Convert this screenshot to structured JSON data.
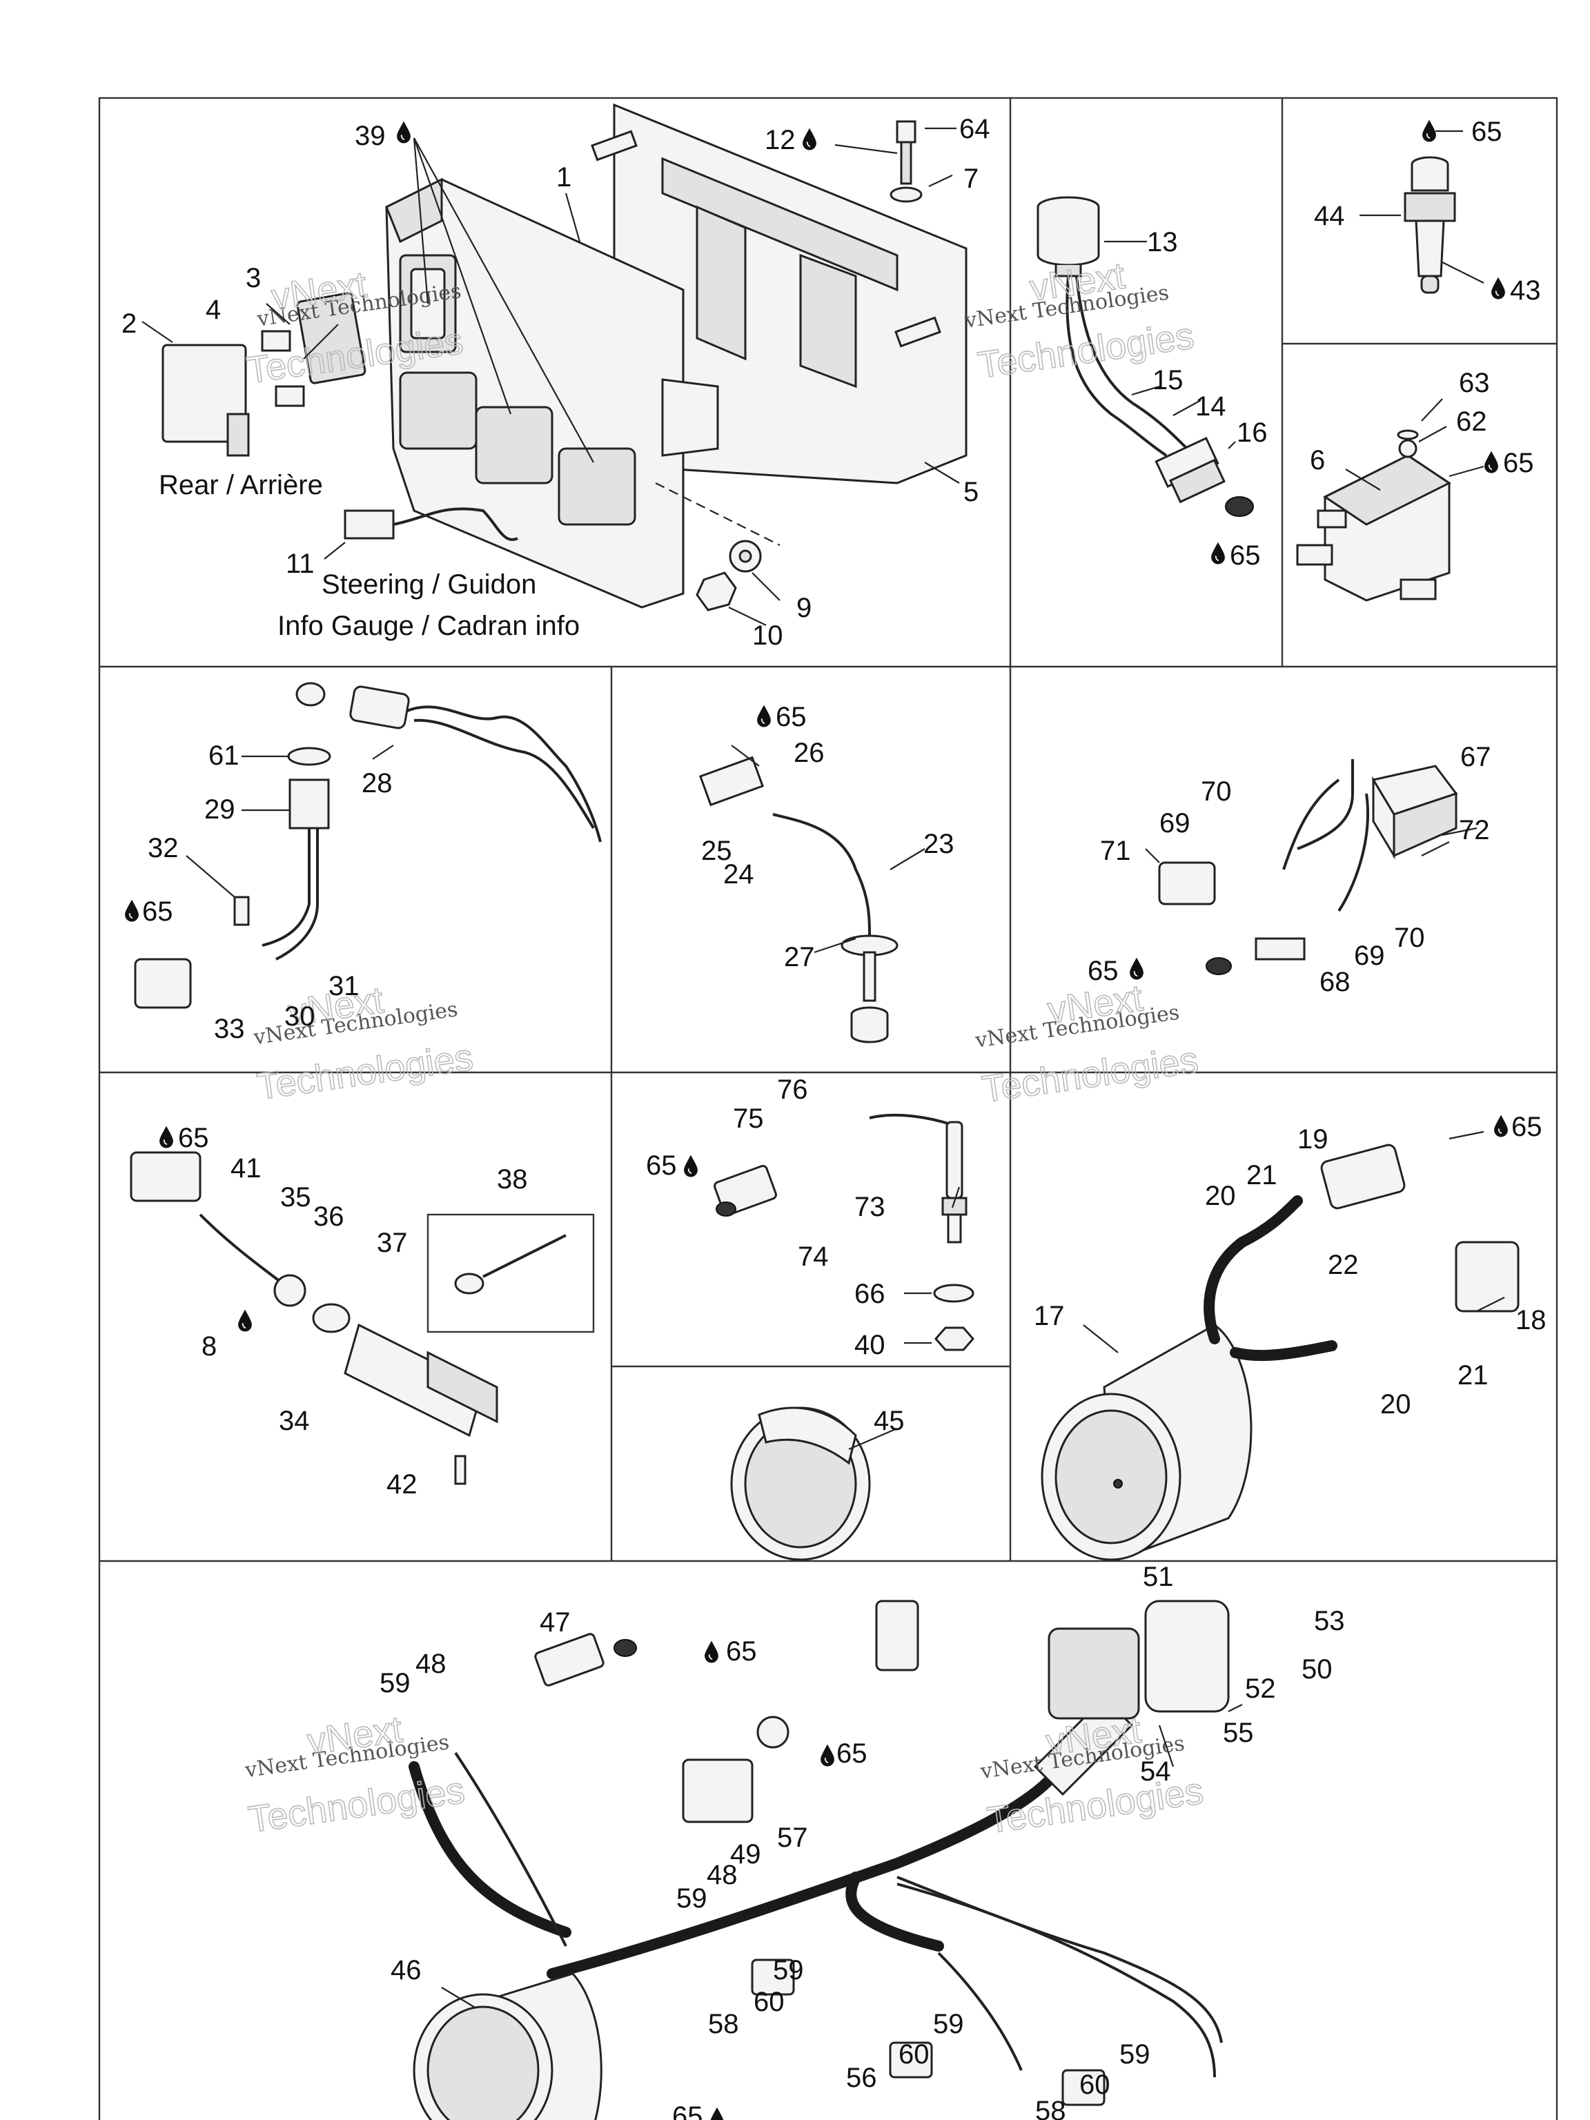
{
  "captions": {
    "rear": "Rear / Arrière",
    "steering": "Steering / Guidon",
    "info_gauge": "Info Gauge / Cadran info"
  },
  "watermark": {
    "line1": "vNext Technologies",
    "outline_top": "vNext",
    "outline_bottom": "Technologies"
  },
  "icons": {
    "lubricant": "oil-drop-icon"
  },
  "callouts": {
    "c1": "1",
    "c2": "2",
    "c3": "3",
    "c4": "4",
    "c5": "5",
    "c6": "6",
    "c7": "7",
    "c8": "8",
    "c9": "9",
    "c10": "10",
    "c11": "11",
    "c12": "12",
    "c13": "13",
    "c14": "14",
    "c15": "15",
    "c16": "16",
    "c17": "17",
    "c18": "18",
    "c19": "19",
    "c20": "20",
    "c21": "21",
    "c22": "22",
    "c23": "23",
    "c24": "24",
    "c25": "25",
    "c26": "26",
    "c27": "27",
    "c28": "28",
    "c29": "29",
    "c30": "30",
    "c31": "31",
    "c32": "32",
    "c33": "33",
    "c34": "34",
    "c35": "35",
    "c36": "36",
    "c37": "37",
    "c38": "38",
    "c39": "39",
    "c40": "40",
    "c41": "41",
    "c42": "42",
    "c43": "43",
    "c44": "44",
    "c45": "45",
    "c46": "46",
    "c47": "47",
    "c48": "48",
    "c49": "49",
    "c50": "50",
    "c51": "51",
    "c52": "52",
    "c53": "53",
    "c54": "54",
    "c55": "55",
    "c56": "56",
    "c57": "57",
    "c58": "58",
    "c59": "59",
    "c60": "60",
    "c61": "61",
    "c62": "62",
    "c63": "63",
    "c64": "64",
    "c65": "65",
    "c66": "66",
    "c67": "67",
    "c68": "68",
    "c69": "69",
    "c70": "70",
    "c71": "71",
    "c72": "72",
    "c73": "73",
    "c74": "74",
    "c75": "75",
    "c76": "76"
  }
}
